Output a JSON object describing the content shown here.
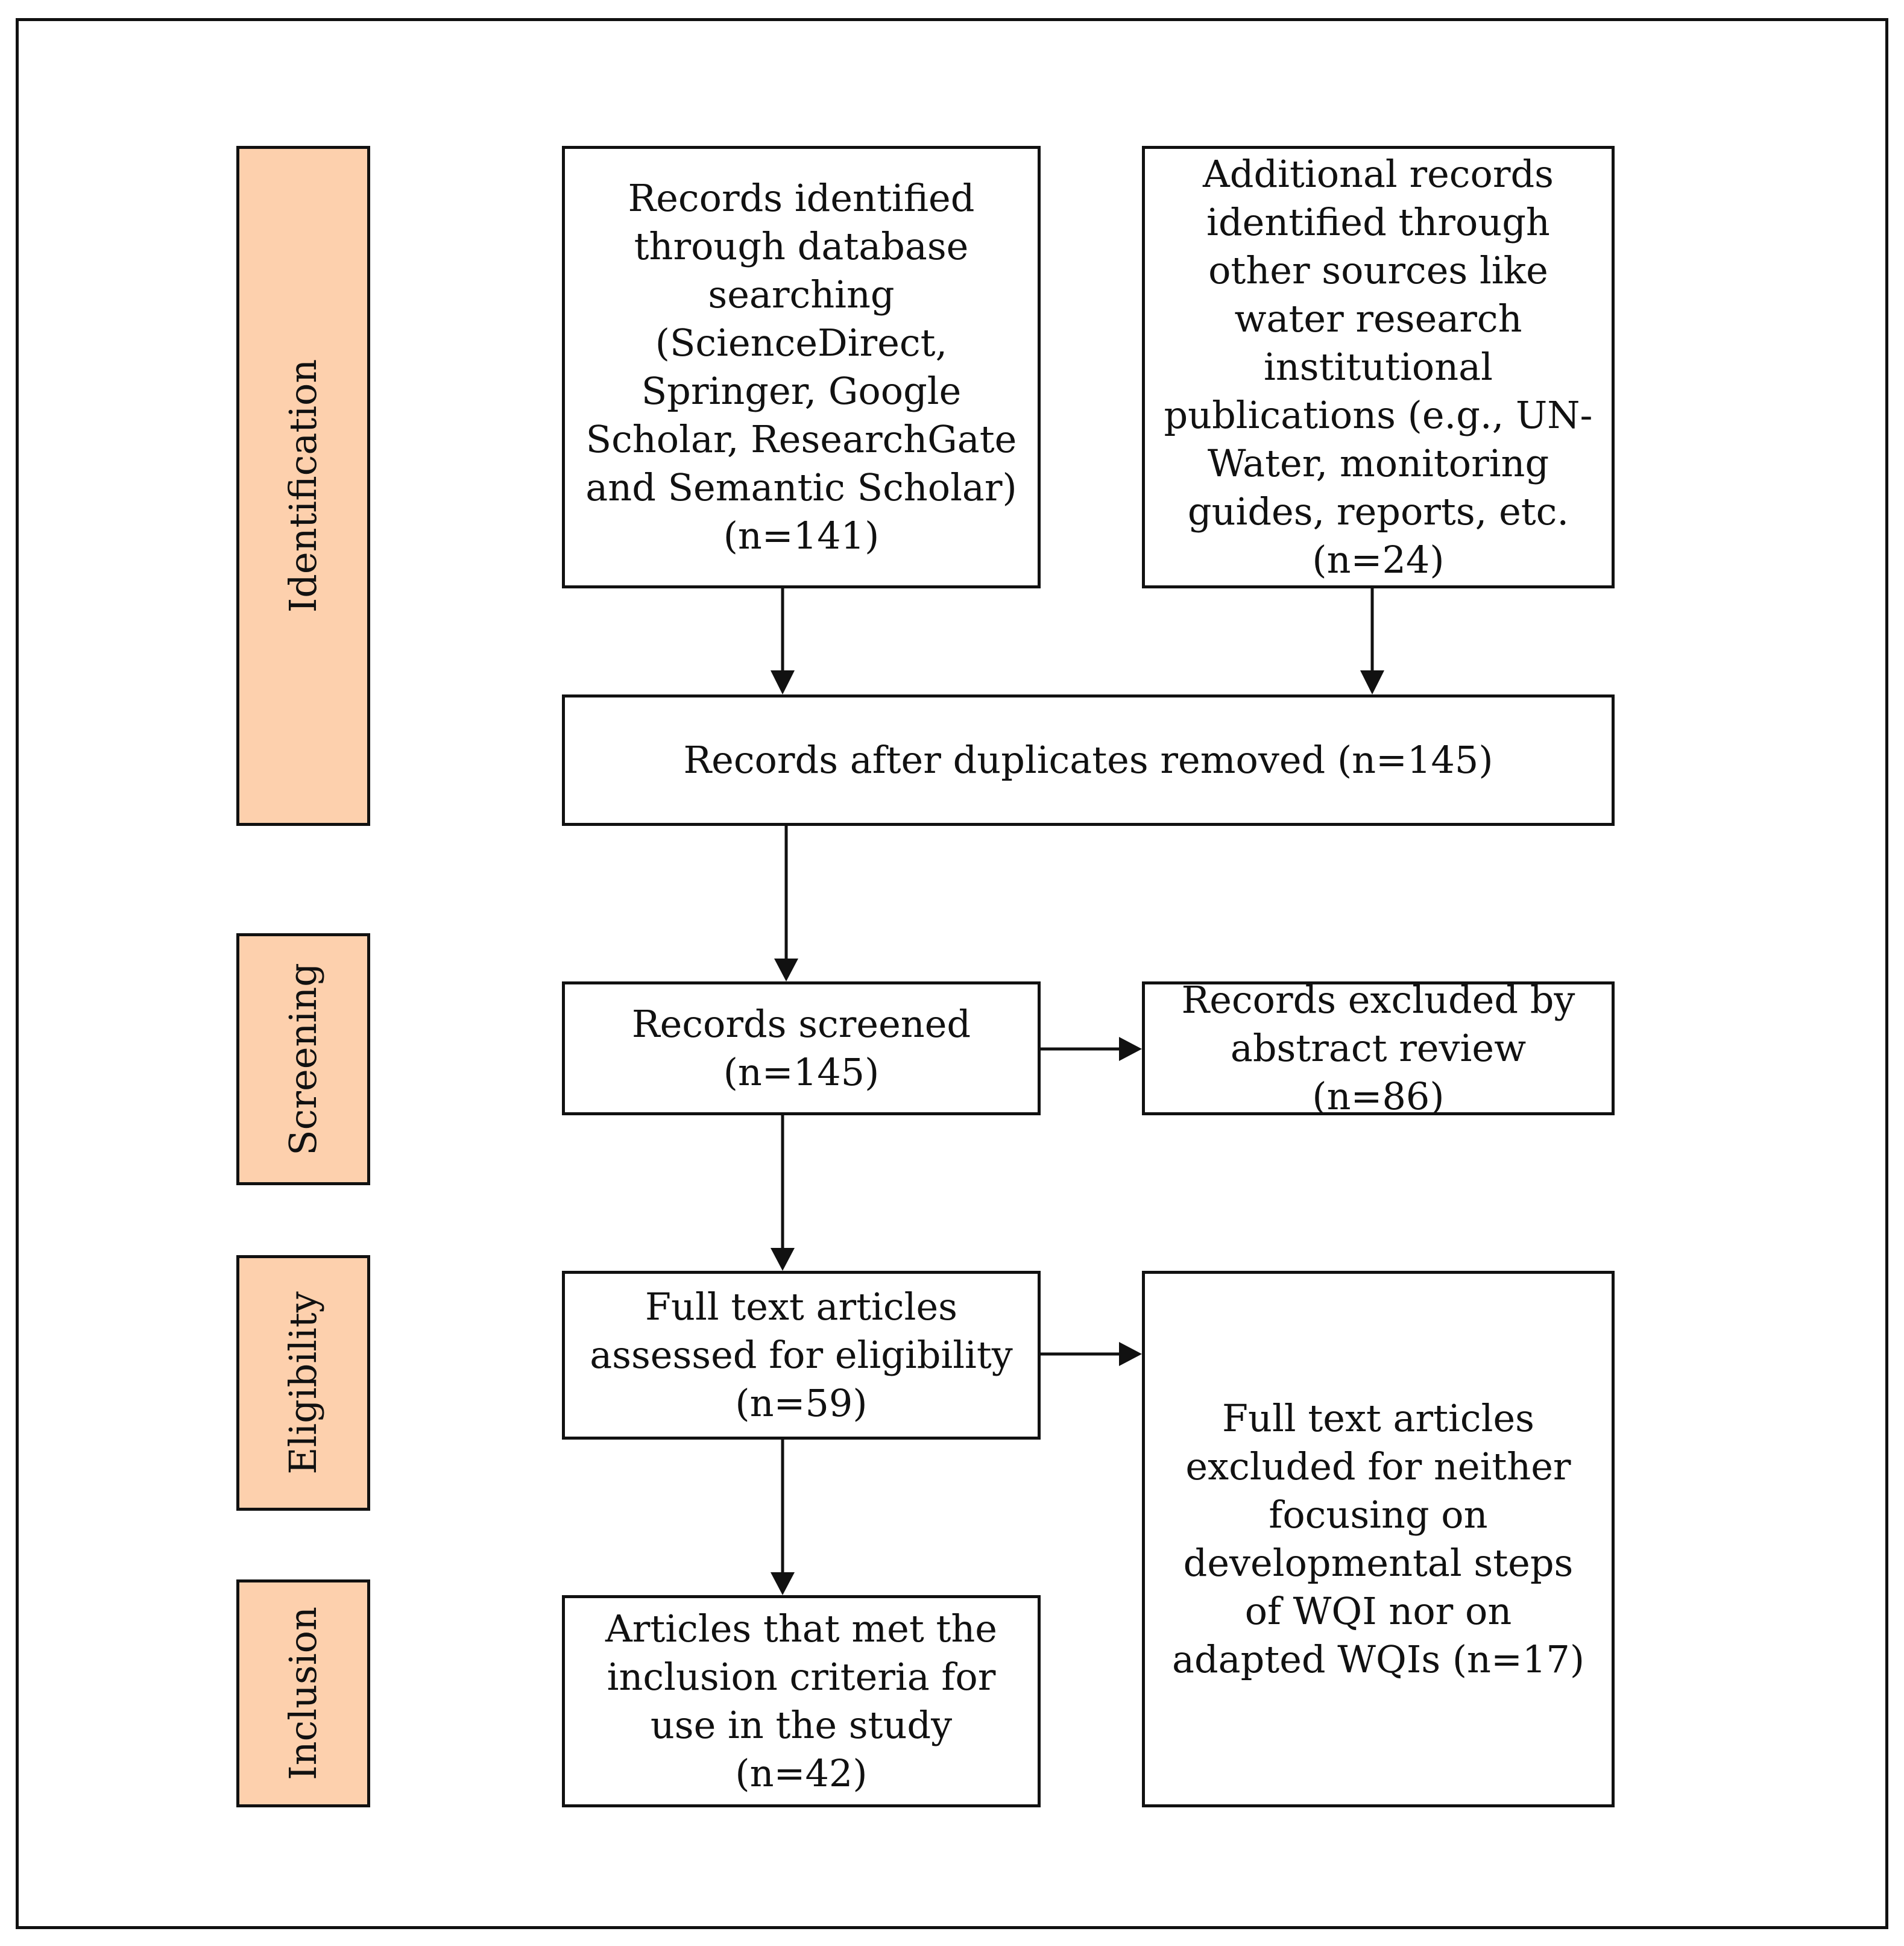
{
  "stages": {
    "identification": "Identification",
    "screening": "Screening",
    "eligibility": "Eligibility",
    "inclusion": "Inclusion"
  },
  "boxes": {
    "database": "Records identified\nthrough database\nsearching\n(ScienceDirect,\nSpringer, Google\nScholar, ResearchGate\nand Semantic Scholar)\n(n=141)",
    "other_sources": "Additional records\nidentified through\nother sources like\nwater research\ninstitutional\npublications (e.g.,  UN-\nWater, monitoring\nguides, reports, etc.\n(n=24)",
    "duplicates_removed": "Records after duplicates removed (n=145)",
    "screened": "Records screened\n(n=145)",
    "excluded_abstract": "Records excluded by\nabstract review (n=86)",
    "full_text_assessed": "Full text articles\nassessed for eligibility\n(n=59)",
    "full_text_excluded": "Full text articles\nexcluded for neither\nfocusing on\ndevelopmental steps\nof WQI nor on\nadapted WQIs (n=17)",
    "included": "Articles that met the\ninclusion criteria for\nuse in the study (n=42)"
  }
}
